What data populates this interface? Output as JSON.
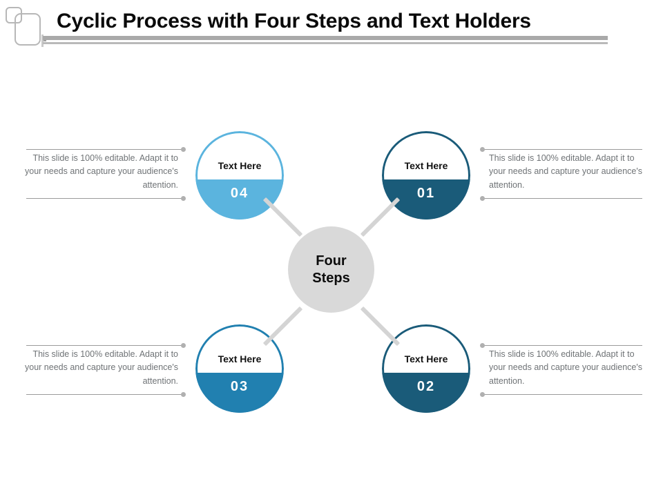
{
  "slide": {
    "title": "Cyclic Process with Four Steps and Text Holders",
    "background": "#ffffff"
  },
  "logo": {
    "name": "overlapping-rounded-squares-logo",
    "stroke_color": "#b7b7b7"
  },
  "center": {
    "line1": "Four",
    "line2": "Steps",
    "fill": "#d9d9d9",
    "text_color": "#0c0c0c"
  },
  "colors": {
    "step_01": "#1a5b79",
    "step_02": "#1a5b79",
    "step_03": "#2180b0",
    "step_04": "#5bb4de",
    "spoke": "#d4d4d4",
    "connector_line": "#9a9a9a",
    "connector_dot": "#b0b0b0",
    "caption_text": "#6f7376",
    "rule": "#a9a9a9"
  },
  "steps": [
    {
      "id": "01",
      "number": "01",
      "label": "Text Here",
      "fill": "#1a5b79",
      "ring": "#1a5b79",
      "caption": "This slide is 100% editable. Adapt it to your needs and capture your audience's attention.",
      "caption_align": "left"
    },
    {
      "id": "02",
      "number": "02",
      "label": "Text Here",
      "fill": "#1a5b79",
      "ring": "#1a5b79",
      "caption": "This slide is 100% editable. Adapt it to your needs and capture your audience's attention.",
      "caption_align": "left"
    },
    {
      "id": "03",
      "number": "03",
      "label": "Text Here",
      "fill": "#2180b0",
      "ring": "#2180b0",
      "caption": "This slide is 100% editable. Adapt it to your needs and capture your audience's attention.",
      "caption_align": "right"
    },
    {
      "id": "04",
      "number": "04",
      "label": "Text Here",
      "fill": "#5bb4de",
      "ring": "#5bb4de",
      "caption": "This slide is 100% editable. Adapt it to your needs and capture your audience's attention.",
      "caption_align": "right"
    }
  ]
}
